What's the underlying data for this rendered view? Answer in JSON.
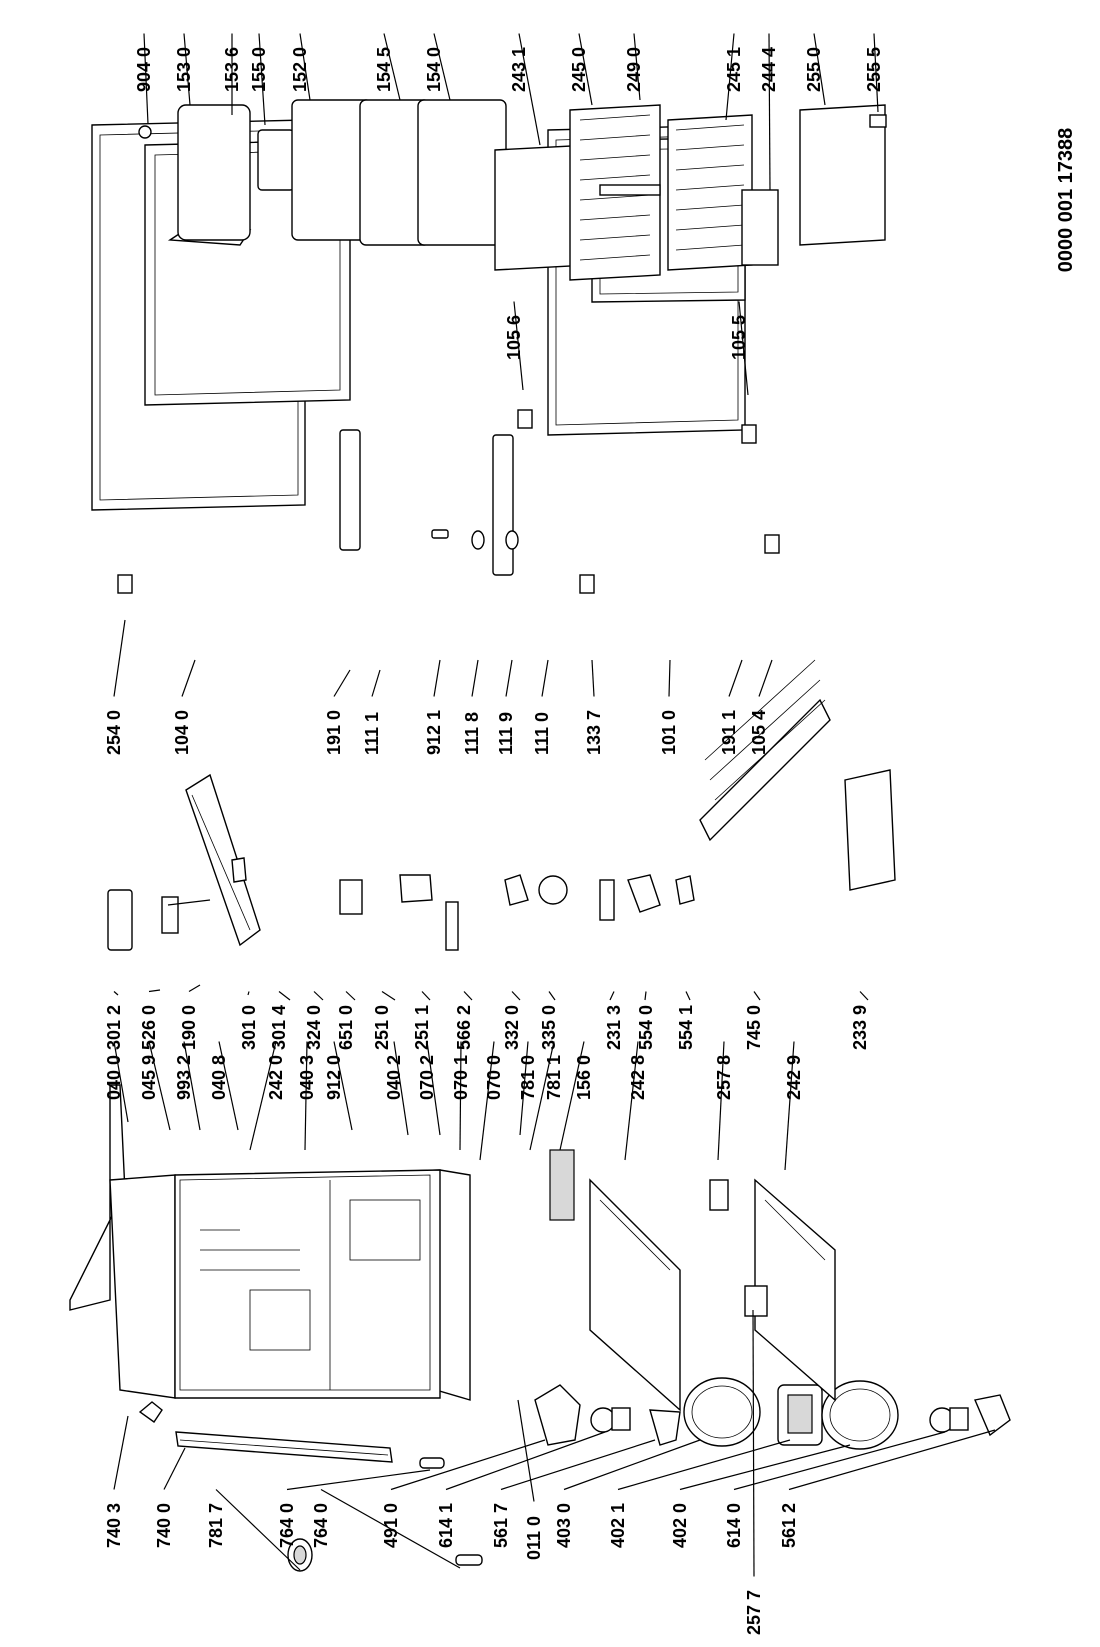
{
  "document_number": "0000 001 17388",
  "part_labels": [
    "740 3",
    "740 0",
    "781 7",
    "764 0",
    "764 0",
    "491 0",
    "614 1",
    "561 7",
    "403 0",
    "402 1",
    "402 0",
    "614 0",
    "561 2",
    "040 0",
    "045 9",
    "993 2",
    "040 8",
    "242 0",
    "040 3",
    "912 0",
    "040 2",
    "070 2",
    "070 1",
    "070 0",
    "781 0",
    "781 1",
    "156 0",
    "242 8",
    "257 8",
    "242 9",
    "257 7",
    "011 0",
    "301 2",
    "526 0",
    "190 0",
    "301 0",
    "301 4",
    "324 0",
    "651 0",
    "251 0",
    "251 1",
    "566 2",
    "332 0",
    "335 0",
    "231 3",
    "554 0",
    "554 1",
    "745 0",
    "233 9",
    "254 0",
    "104 0",
    "191 0",
    "111 1",
    "912 1",
    "111 8",
    "111 9",
    "111 0",
    "133 7",
    "101 0",
    "191 1",
    "105 4",
    "105 6",
    "105 5",
    "904 0",
    "153 0",
    "153 6",
    "155 0",
    "152 0",
    "154 5",
    "154 0",
    "243 1",
    "245 0",
    "249 0",
    "245 1",
    "244 4",
    "255 0",
    "255 5"
  ]
}
